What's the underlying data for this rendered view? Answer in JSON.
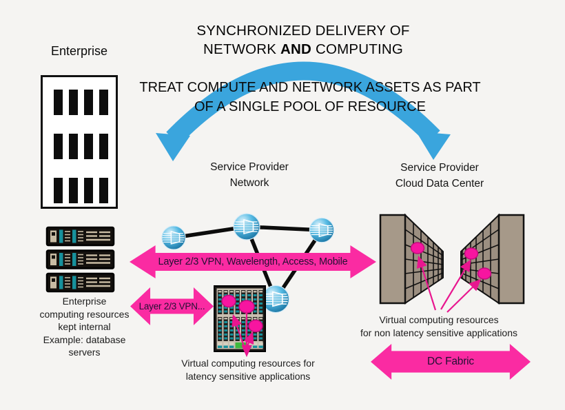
{
  "colors": {
    "background": "#f5f4f2",
    "arc_blue": "#3aa5dd",
    "arrow_pink": "#fa2ba2",
    "thin_arrow_pink": "#e8168f",
    "vm_pink": "#f715a0",
    "rack_tan": "#9c8f81",
    "server_teal": "#17919c"
  },
  "header": {
    "title_line1": "SYNCHRONIZED DELIVERY OF",
    "title2_pre": "NETWORK ",
    "title2_bold": "AND",
    "title2_post": " COMPUTING",
    "subtitle": "TREAT COMPUTE AND NETWORK ASSETS AS PART\nOF A SINGLE POOL OF RESOURCE"
  },
  "labels": {
    "enterprise": "Enterprise",
    "service_provider_network": "Service Provider\nNetwork",
    "cloud_data_center": "Service Provider\nCloud Data Center"
  },
  "arrows": {
    "vpn_full": "Layer 2/3 VPN, Wavelength, Access, Mobile",
    "vpn_short": "Layer 2/3 VPN...",
    "dc_fabric": "DC Fabric"
  },
  "captions": {
    "enterprise_resources": "Enterprise\ncomputing resources\nkept internal\nExample: database\nservers",
    "latency_sensitive": "Virtual computing resources for\nlatency sensitive applications",
    "non_latency_sensitive": "Virtual computing resources\nfor non latency sensitive applications"
  },
  "icons": {
    "sync_arc": "blue-curved-double-arrow",
    "network_node": "router-globe-icon",
    "enterprise_building": "office-building-icon",
    "rack_servers": "rack-server-stack-icon",
    "blade_chassis": "blade-server-chassis-icon",
    "dc_rack_rows": "datacenter-rack-row-icon",
    "vm_dot": "virtual-machine-dot"
  }
}
